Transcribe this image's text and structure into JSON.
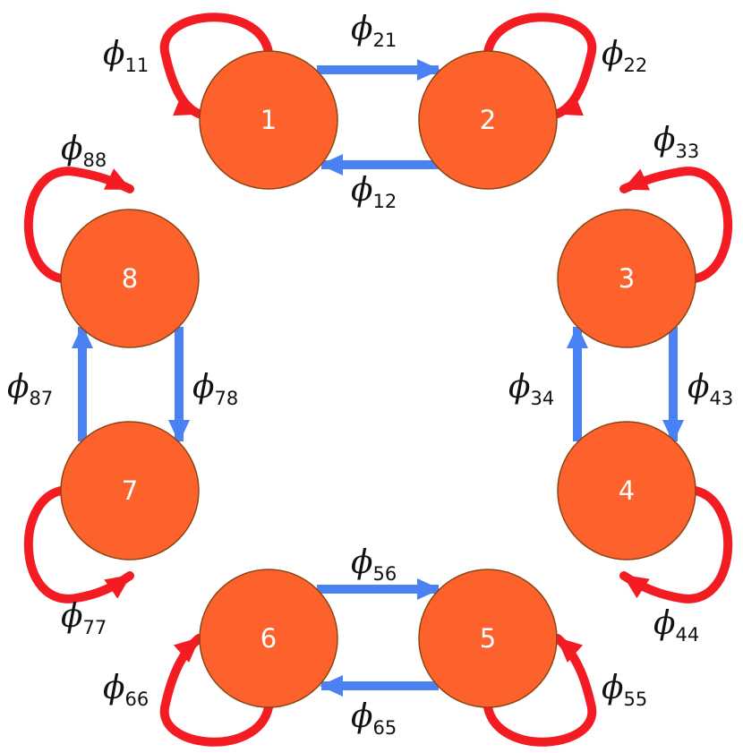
{
  "colors": {
    "node_fill": "#fd622c",
    "node_stroke": "#8b4513",
    "transition_arrow": "#4a82f4",
    "self_loop_arrow": "#f31c23"
  },
  "nodes": [
    "1",
    "2",
    "3",
    "4",
    "5",
    "6",
    "7",
    "8"
  ],
  "phi_symbol": "ϕ",
  "self_loops": [
    {
      "node": "1",
      "sub": "11"
    },
    {
      "node": "2",
      "sub": "22"
    },
    {
      "node": "3",
      "sub": "33"
    },
    {
      "node": "4",
      "sub": "44"
    },
    {
      "node": "5",
      "sub": "55"
    },
    {
      "node": "6",
      "sub": "66"
    },
    {
      "node": "7",
      "sub": "77"
    },
    {
      "node": "8",
      "sub": "88"
    }
  ],
  "transitions": [
    {
      "from": "1",
      "to": "2",
      "sub": "21"
    },
    {
      "from": "2",
      "to": "1",
      "sub": "12"
    },
    {
      "from": "4",
      "to": "3",
      "sub": "34"
    },
    {
      "from": "3",
      "to": "4",
      "sub": "43"
    },
    {
      "from": "6",
      "to": "5",
      "sub": "56"
    },
    {
      "from": "5",
      "to": "6",
      "sub": "65"
    },
    {
      "from": "8",
      "to": "7",
      "sub": "78"
    },
    {
      "from": "7",
      "to": "8",
      "sub": "87"
    }
  ]
}
